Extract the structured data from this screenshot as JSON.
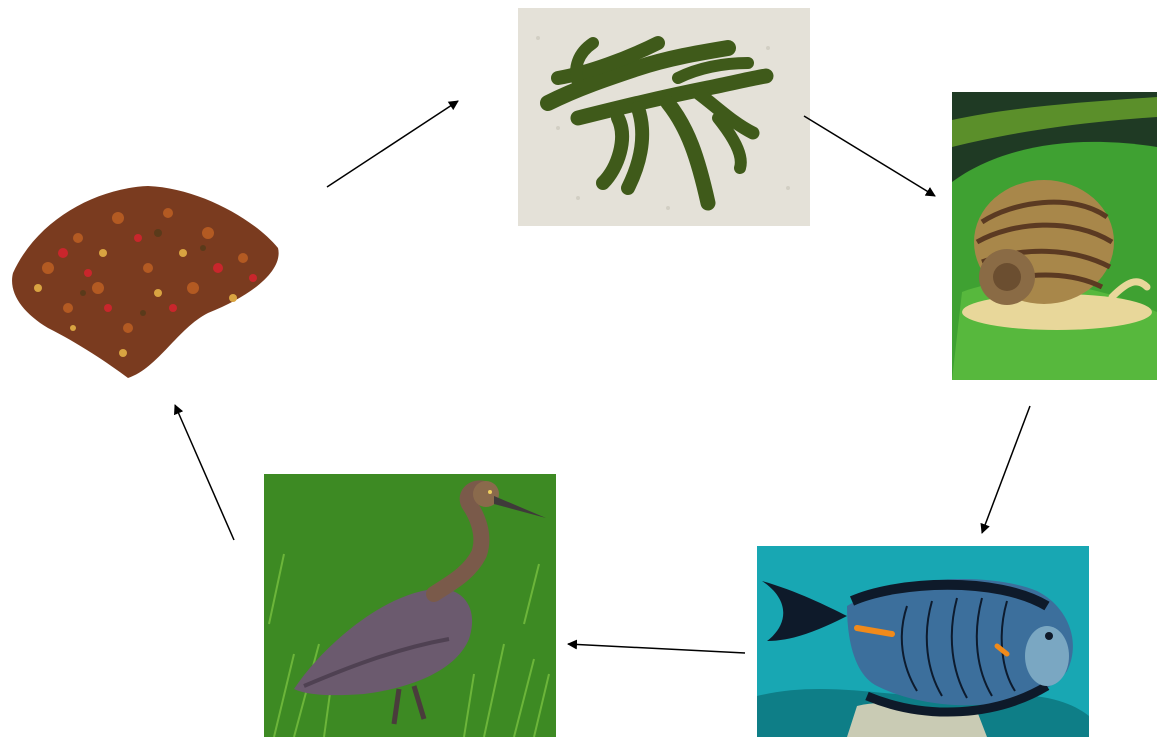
{
  "diagram": {
    "type": "cycle",
    "nodes": [
      {
        "id": "leaf-litter",
        "icon": "leaf-litter-icon"
      },
      {
        "id": "green-algae",
        "icon": "green-algae-icon"
      },
      {
        "id": "snail",
        "icon": "snail-icon"
      },
      {
        "id": "fish",
        "icon": "fish-icon"
      },
      {
        "id": "heron",
        "icon": "heron-icon"
      }
    ],
    "edges": [
      {
        "from": "leaf-litter",
        "to": "green-algae"
      },
      {
        "from": "green-algae",
        "to": "snail"
      },
      {
        "from": "snail",
        "to": "fish"
      },
      {
        "from": "fish",
        "to": "heron"
      },
      {
        "from": "heron",
        "to": "leaf-litter"
      }
    ]
  }
}
